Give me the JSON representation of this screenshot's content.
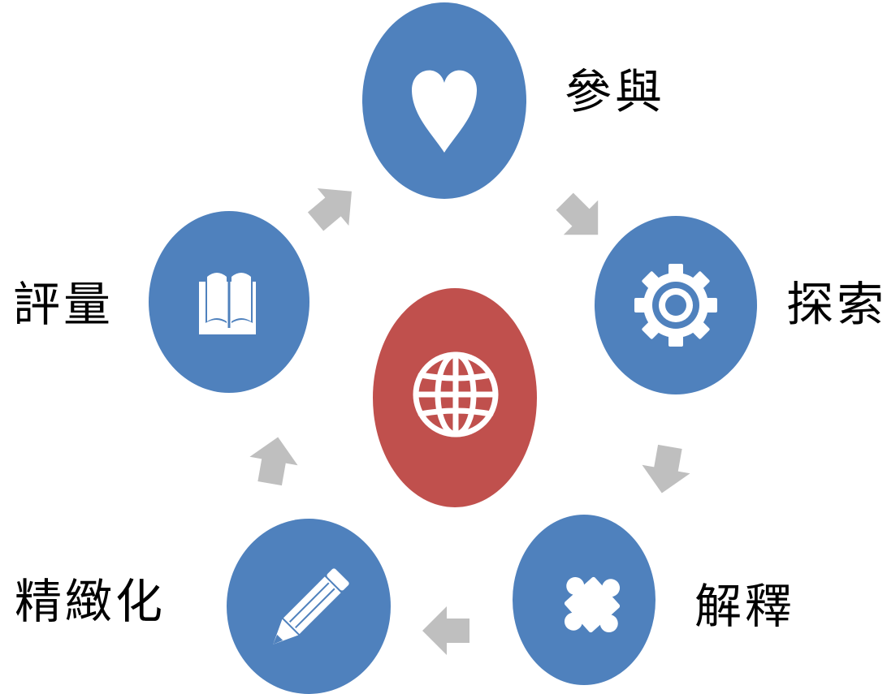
{
  "colors": {
    "stage_node": "#4f81bd",
    "center_node": "#c0504d",
    "arrow": "#bfbfbf",
    "icon": "#ffffff",
    "label_text": "#000000"
  },
  "center": {
    "icon": "globe-icon"
  },
  "stages": [
    {
      "key": "engage",
      "label": "參與",
      "icon": "heart-icon"
    },
    {
      "key": "explore",
      "label": "探索",
      "icon": "gear-icon"
    },
    {
      "key": "explain",
      "label": "解釋",
      "icon": "puzzle-piece-icon"
    },
    {
      "key": "elaborate",
      "label": "精緻化",
      "icon": "pencil-icon"
    },
    {
      "key": "evaluate",
      "label": "評量",
      "icon": "open-book-icon"
    }
  ],
  "flow_order": [
    "engage",
    "explore",
    "explain",
    "elaborate",
    "evaluate",
    "engage"
  ]
}
